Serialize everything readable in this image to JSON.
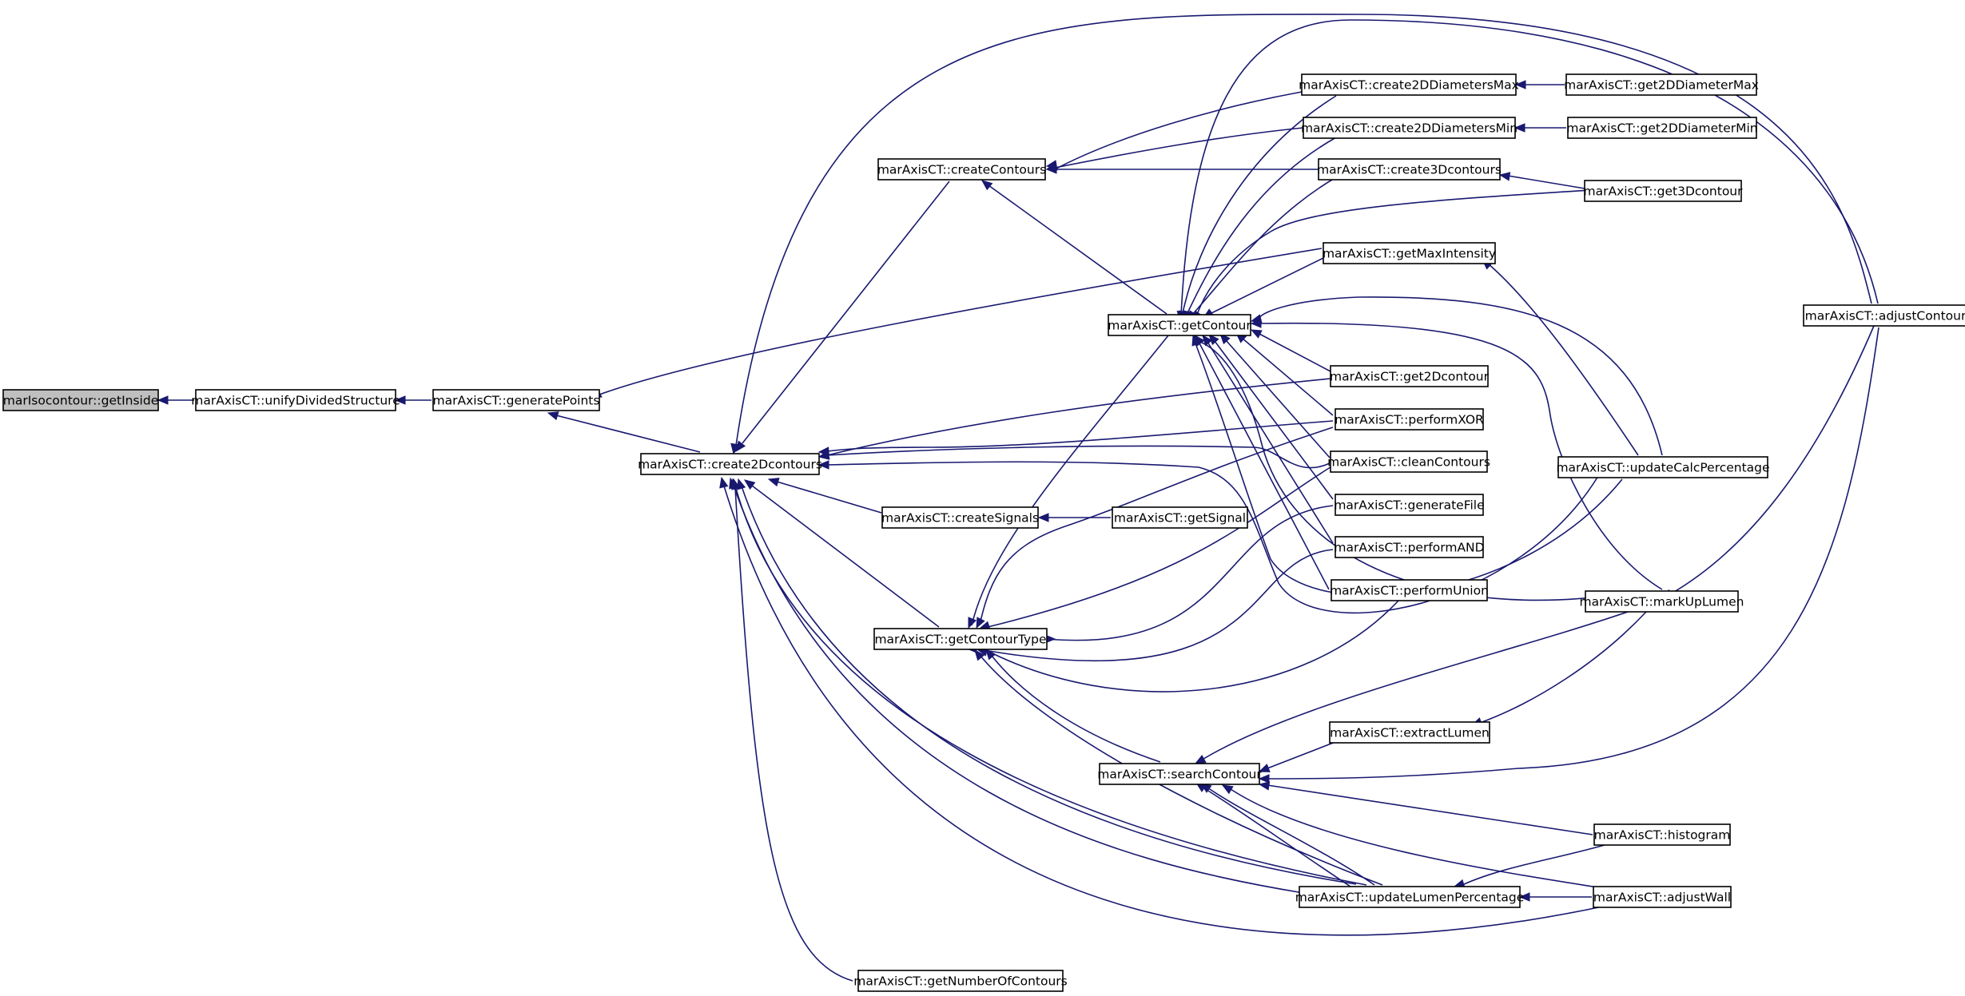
{
  "diagram": {
    "edge_color": "#191970",
    "root_fill": "#bfbfbf",
    "nodes": [
      {
        "id": "getInside",
        "label": "marIsocontour::getInside"
      },
      {
        "id": "unify",
        "label": "marAxisCT::unifyDividedStructure"
      },
      {
        "id": "genPoints",
        "label": "marAxisCT::generatePoints"
      },
      {
        "id": "c2d",
        "label": "marAxisCT::create2Dcontours"
      },
      {
        "id": "createContours",
        "label": "marAxisCT::createContours"
      },
      {
        "id": "createSignals",
        "label": "marAxisCT::createSignals"
      },
      {
        "id": "getContourType",
        "label": "marAxisCT::getContourType"
      },
      {
        "id": "getNumberOfContours",
        "label": "marAxisCT::getNumberOfContours"
      },
      {
        "id": "getContour",
        "label": "marAxisCT::getContour"
      },
      {
        "id": "getSignal",
        "label": "marAxisCT::getSignal"
      },
      {
        "id": "searchContour",
        "label": "marAxisCT::searchContour"
      },
      {
        "id": "c2dMax",
        "label": "marAxisCT::create2DDiametersMax"
      },
      {
        "id": "c2dMin",
        "label": "marAxisCT::create2DDiametersMin"
      },
      {
        "id": "c3d",
        "label": "marAxisCT::create3Dcontours"
      },
      {
        "id": "getMaxInt",
        "label": "marAxisCT::getMaxIntensity"
      },
      {
        "id": "get2Dcontour",
        "label": "marAxisCT::get2Dcontour"
      },
      {
        "id": "performXOR",
        "label": "marAxisCT::performXOR"
      },
      {
        "id": "cleanContours",
        "label": "marAxisCT::cleanContours"
      },
      {
        "id": "generateFile",
        "label": "marAxisCT::generateFile"
      },
      {
        "id": "performAND",
        "label": "marAxisCT::performAND"
      },
      {
        "id": "performUnion",
        "label": "marAxisCT::performUnion"
      },
      {
        "id": "extractLumen",
        "label": "marAxisCT::extractLumen"
      },
      {
        "id": "updateLumen",
        "label": "marAxisCT::updateLumenPercentage"
      },
      {
        "id": "get2DMax",
        "label": "marAxisCT::get2DDiameterMax"
      },
      {
        "id": "get2DMin",
        "label": "marAxisCT::get2DDiameterMin"
      },
      {
        "id": "get3Dcontour",
        "label": "marAxisCT::get3Dcontour"
      },
      {
        "id": "updateCalc",
        "label": "marAxisCT::updateCalcPercentage"
      },
      {
        "id": "markUpLumen",
        "label": "marAxisCT::markUpLumen"
      },
      {
        "id": "histogram",
        "label": "marAxisCT::histogram"
      },
      {
        "id": "adjustWall",
        "label": "marAxisCT::adjustWall"
      },
      {
        "id": "adjustContour",
        "label": "marAxisCT::adjustContour"
      }
    ]
  }
}
